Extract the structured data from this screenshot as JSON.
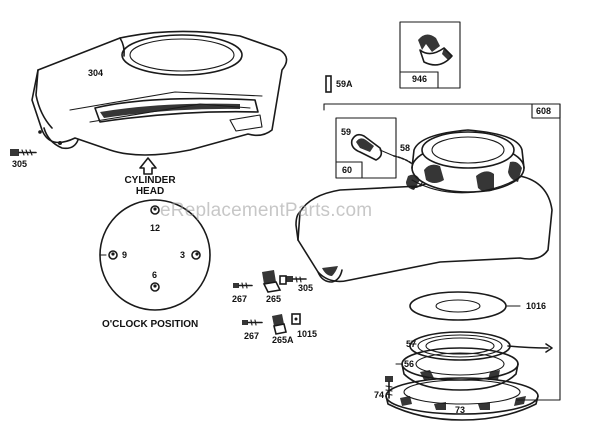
{
  "labels": {
    "part_304": "304",
    "part_305_left": "305",
    "part_946": "946",
    "part_59a": "59A",
    "part_608": "608",
    "part_59": "59",
    "part_58": "58",
    "part_60": "60",
    "part_267_top": "267",
    "part_265": "265",
    "part_305_right": "305",
    "part_267_bottom": "267",
    "part_265a": "265A",
    "part_1015": "1015",
    "part_1016": "1016",
    "part_57": "57",
    "part_56": "56",
    "part_74": "74",
    "part_73": "73"
  },
  "clock": {
    "title_line1": "CYLINDER",
    "title_line2": "HEAD",
    "pos_12": "12",
    "pos_3": "3",
    "pos_6": "6",
    "pos_9": "9",
    "caption": "O'CLOCK POSITION"
  },
  "watermark": "eReplacementParts.com",
  "colors": {
    "ink": "#1a1a1a",
    "background": "#ffffff",
    "watermark": "#9a9a9a"
  }
}
